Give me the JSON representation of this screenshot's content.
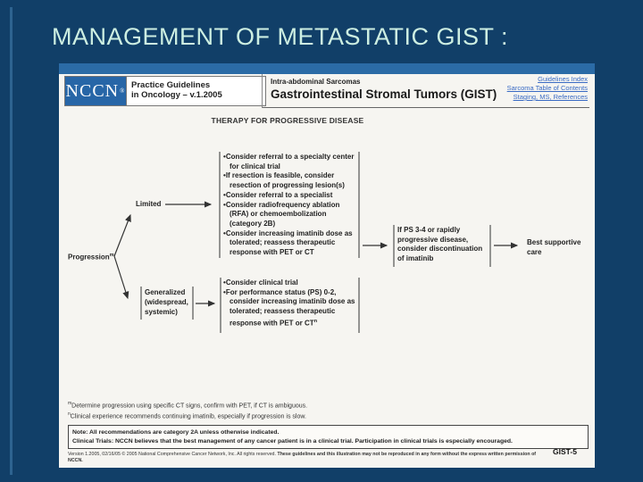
{
  "colors": {
    "slide_background": "#113F68",
    "title_text": "#CDEFE2",
    "panel_blue": "#2B6BA6",
    "logo_blue": "#2766A7",
    "link_blue": "#3A6BC4"
  },
  "slide": {
    "title": "MANAGEMENT OF METASTATIC GIST :"
  },
  "panel": {
    "logo_text": "NCCN",
    "logo_reg": "®",
    "practice_line1": "Practice Guidelines",
    "practice_line2": "in Oncology – v.1.2005",
    "section_label": "Intra-abdominal Sarcomas",
    "page_title": "Gastrointestinal Stromal Tumors (GIST)",
    "links": {
      "index": "Guidelines Index",
      "toc": "Sarcoma Table of Contents",
      "staging": "Staging, MS, References"
    },
    "heading": "THERAPY FOR PROGRESSIVE DISEASE"
  },
  "flowchart": {
    "root": {
      "label": "Progression",
      "sup": "m"
    },
    "limited_label": "Limited",
    "limited_options": [
      "Consider referral to a specialty center for clinical trial",
      "If resection is feasible, consider resection of progressing lesion(s)",
      "Consider referral to a specialist",
      "Consider radiofrequency ablation (RFA) or chemoembolization (category 2B)",
      "Consider increasing imatinib dose as tolerated; reassess therapeutic response with PET or CT"
    ],
    "generalized_label": "Generalized (widespread, systemic)",
    "generalized_options": [
      "Consider clinical trial",
      "For performance status (PS) 0-2, consider increasing imatinib dose as tolerated; reassess therapeutic response with PET or CT"
    ],
    "ct_sup": "n",
    "ifps_text": "If PS 3-4 or rapidly progressive disease, consider discontinuation of imatinib",
    "best_care_text": "Best supportive care"
  },
  "footnotes": [
    {
      "sup": "m",
      "text": "Determine progression using specific CT signs, confirm with PET, if CT is ambiguous."
    },
    {
      "sup": "n",
      "text": "Clinical experience recommends continuing imatinib, especially if progression is slow."
    }
  ],
  "note_box": {
    "line1": "Note:  All recommendations are category 2A unless otherwise indicated.",
    "line2": "Clinical Trials: NCCN believes that the best management of any cancer patient is in a clinical trial.  Participation in clinical trials is especially encouraged."
  },
  "footer": {
    "version_text": "Version 1.2005, 02/16/05 © 2005 National Comprehensive Cancer Network, Inc. All rights reserved. ",
    "rights_text": "These guidelines and this illustration may not be reproduced in any form without the express written permission of NCCN.",
    "page_code": "GIST-5"
  }
}
